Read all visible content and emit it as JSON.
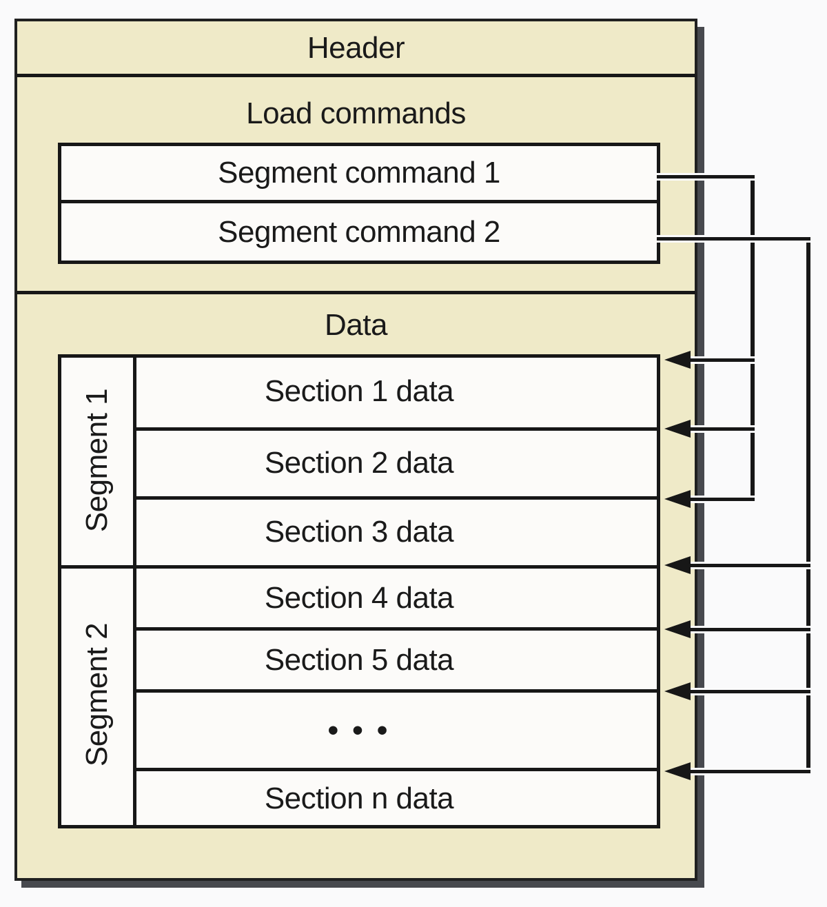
{
  "diagram": {
    "header_label": "Header",
    "load_commands": {
      "title": "Load commands",
      "items": [
        "Segment command 1",
        "Segment command 2"
      ]
    },
    "data_area": {
      "title": "Data",
      "segment_labels": [
        "Segment 1",
        "Segment 2"
      ],
      "section_rows": [
        "Section 1 data",
        "Section 2 data",
        "Section 3 data",
        "Section 4 data",
        "Section 5 data",
        "• • •",
        "Section n data"
      ]
    },
    "connections": [
      {
        "from": "Segment command 1",
        "to": [
          "Section 1 data",
          "Section 2 data",
          "Section 3 data"
        ]
      },
      {
        "from": "Segment command 2",
        "to": [
          "Section 4 data",
          "Section 5 data",
          "• • •",
          "Section n data"
        ]
      }
    ],
    "colors": {
      "container_fill": "#EFEAC8",
      "box_fill": "#FCFBF9",
      "line": "#171717",
      "shadow": "#47494E",
      "page_background": "#FAFAFB"
    }
  }
}
